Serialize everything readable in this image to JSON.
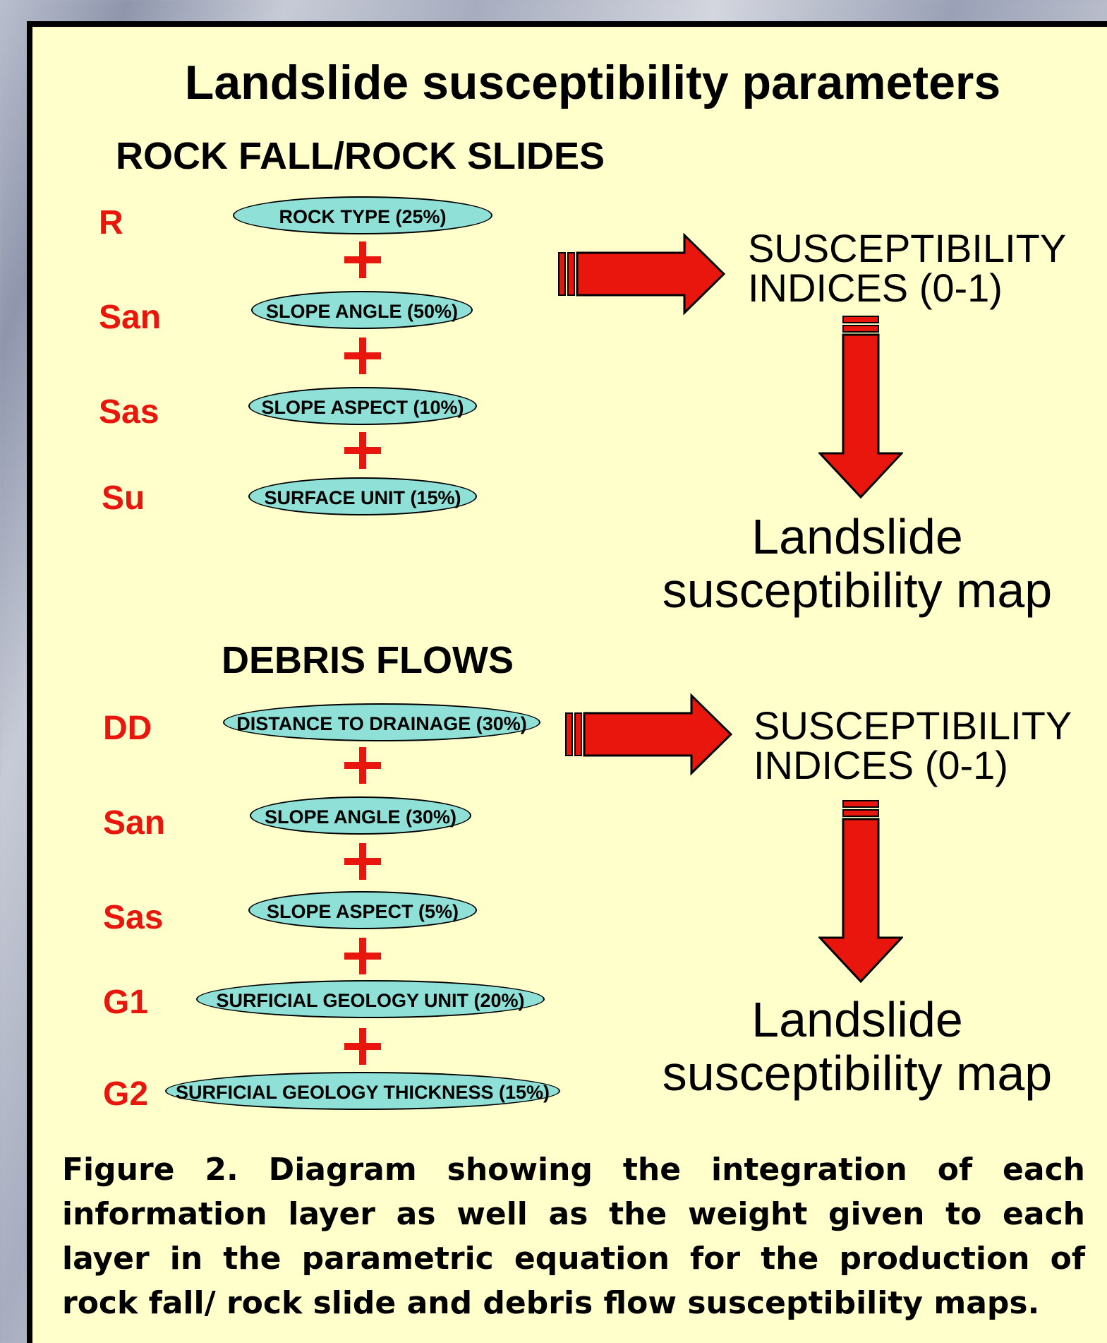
{
  "title": "Landslide susceptibility parameters",
  "rockfall": {
    "heading": "ROCK FALL/ROCK SLIDES",
    "layers": [
      {
        "code": "R",
        "label": "ROCK TYPE (25%)"
      },
      {
        "code": "San",
        "label": "SLOPE ANGLE (50%)"
      },
      {
        "code": "Sas",
        "label": "SLOPE ASPECT (10%)"
      },
      {
        "code": "Su",
        "label": "SURFACE UNIT  (15%)"
      }
    ],
    "indices_line1": "SUSCEPTIBILITY",
    "indices_line2": "INDICES (0-1)",
    "map_line1": "Landslide",
    "map_line2": "susceptibility map"
  },
  "debris": {
    "heading": "DEBRIS FLOWS",
    "layers": [
      {
        "code": "DD",
        "label": "DISTANCE TO DRAINAGE (30%)"
      },
      {
        "code": "San",
        "label": "SLOPE ANGLE (30%)"
      },
      {
        "code": "Sas",
        "label": "SLOPE ASPECT (5%)"
      },
      {
        "code": "G1",
        "label": "SURFICIAL GEOLOGY UNIT  (20%)"
      },
      {
        "code": "G2",
        "label": "SURFICIAL GEOLOGY THICKNESS (15%)"
      }
    ],
    "indices_line1": "SUSCEPTIBILITY",
    "indices_line2": "INDICES (0-1)",
    "map_line1": "Landslide",
    "map_line2": "susceptibility map"
  },
  "caption": "Figure 2.  Diagram showing the integration of each information layer as well as the weight given to each layer in the parametric equation for the production of rock fall/ rock slide and debris flow susceptibility maps.",
  "colors": {
    "accent_red": "#e8160c",
    "pill_fill": "#8fe0d6",
    "panel_bg": "#ffffcc"
  },
  "icons": {
    "plus": "plus-icon",
    "right_arrow": "right-arrow-icon",
    "down_arrow": "down-arrow-icon"
  }
}
